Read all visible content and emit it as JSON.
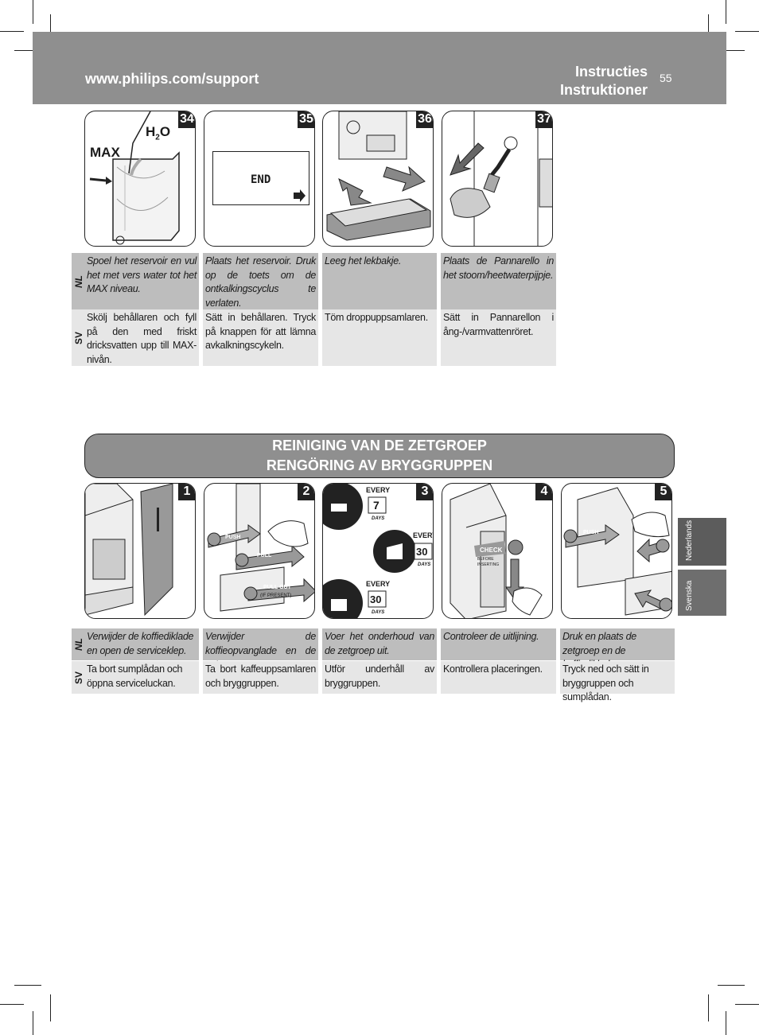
{
  "header": {
    "url": "www.philips.com/support",
    "title_nl": "Instructies",
    "title_sv": "Instruktioner",
    "page_number": "55"
  },
  "lang_labels": {
    "nl": "NL",
    "sv": "SV"
  },
  "top_steps": [
    {
      "num": "34",
      "nl": "Spoel het reservoir en vul het met vers water tot het MAX niveau.",
      "sv": "Skölj behållaren och fyll på den med friskt dricksvatten upp till MAX-nivån."
    },
    {
      "num": "35",
      "nl": "Plaats het reservoir. Druk op de toets om de ontkalkingscyclus te verlaten.",
      "sv": "Sätt in behållaren. Tryck på knappen för att lämna avkalkningscykeln."
    },
    {
      "num": "36",
      "nl": "Leeg het lekbakje.",
      "sv": "Töm droppuppsamlaren."
    },
    {
      "num": "37",
      "nl": "Plaats de Pannarello in het stoom/heetwaterpijpje.",
      "sv": "Sätt in Pannarellon i ång-/varmvattenröret."
    }
  ],
  "panel_texts": {
    "max": "MAX",
    "h2o": "H",
    "h2o_sub": "2",
    "h2o_o": "O",
    "end": "END",
    "every": "EVERY",
    "days": "DAYS",
    "seven": "7",
    "thirty": "30",
    "push": "PUSH",
    "pull": "PULL",
    "pull_out": "PULL OUT",
    "if_present": "(IF PRESENT)",
    "check": "CHECK",
    "before_inserting": "BEFORE INSERTING"
  },
  "banner": {
    "line1": "REINIGING VAN DE ZETGROEP",
    "line2": "RENGÖRING AV BRYGGRUPPEN"
  },
  "bottom_steps": [
    {
      "num": "1",
      "nl": "Verwijder de koffiediklade en open de serviceklep.",
      "sv": "Ta bort sumplådan och öppna serviceluckan."
    },
    {
      "num": "2",
      "nl": "Verwijder de koffieopvanglade en de zetgroep.",
      "sv": "Ta bort kaffeuppsamlaren och bryggruppen."
    },
    {
      "num": "3",
      "nl": "Voer het onderhoud van de zetgroep uit.",
      "sv": "Utför underhåll av bryggruppen."
    },
    {
      "num": "4",
      "nl": "Controleer de uitlijning.",
      "sv": "Kontrollera placeringen."
    },
    {
      "num": "5",
      "nl": "Druk en plaats de zetgroep en de koffiediklade.",
      "sv": "Tryck ned och sätt in bryggruppen och sumplådan."
    }
  ],
  "side_tabs": {
    "nl": "Nederlands",
    "sv": "Svenska"
  }
}
